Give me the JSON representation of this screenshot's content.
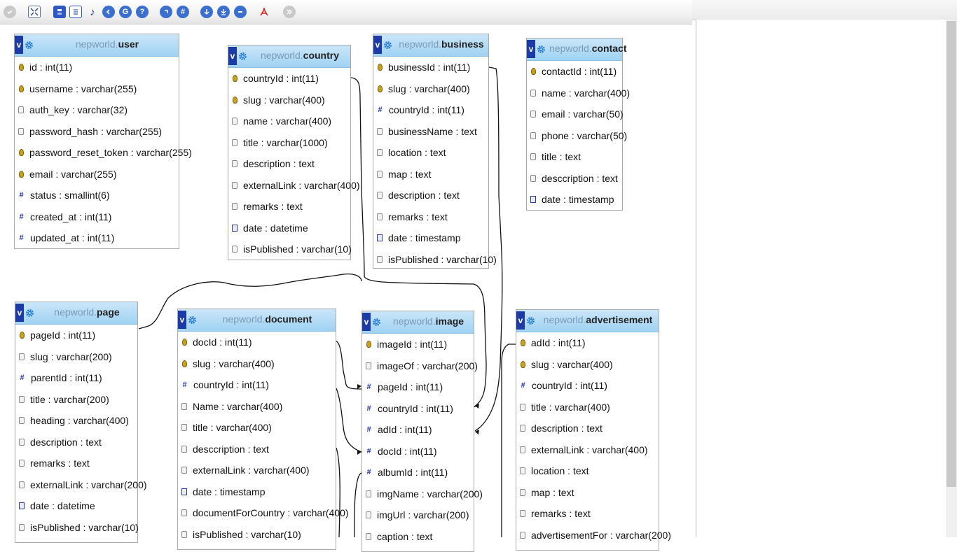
{
  "toolbar": {
    "icons": [
      "close-icon",
      "fit-icon",
      "save-icon",
      "page-icon",
      "edit-icon",
      "prev-icon",
      "reload-icon",
      "help-icon",
      "zoom-icon",
      "grid-icon",
      "down-icon",
      "download-icon",
      "minus-icon",
      "pdf-icon",
      "forward-icon"
    ]
  },
  "schema": {
    "database": "nepworld.",
    "tables": [
      {
        "name": "user",
        "columns": [
          {
            "text": "id : int(11)",
            "icon": "key"
          },
          {
            "text": "username : varchar(255)",
            "icon": "key"
          },
          {
            "text": "auth_key : varchar(32)",
            "icon": "text"
          },
          {
            "text": "password_hash : varchar(255)",
            "icon": "text"
          },
          {
            "text": "password_reset_token : varchar(255)",
            "icon": "key"
          },
          {
            "text": "email : varchar(255)",
            "icon": "key"
          },
          {
            "text": "status : smallint(6)",
            "icon": "hash"
          },
          {
            "text": "created_at : int(11)",
            "icon": "hash"
          },
          {
            "text": "updated_at : int(11)",
            "icon": "hash"
          }
        ]
      },
      {
        "name": "country",
        "columns": [
          {
            "text": "countryId : int(11)",
            "icon": "key"
          },
          {
            "text": "slug : varchar(400)",
            "icon": "key"
          },
          {
            "text": "name : varchar(400)",
            "icon": "text"
          },
          {
            "text": "title : varchar(1000)",
            "icon": "text"
          },
          {
            "text": "description : text",
            "icon": "text"
          },
          {
            "text": "externalLink : varchar(400)",
            "icon": "text"
          },
          {
            "text": "remarks : text",
            "icon": "text"
          },
          {
            "text": "date : datetime",
            "icon": "date"
          },
          {
            "text": "isPublished : varchar(10)",
            "icon": "text"
          }
        ]
      },
      {
        "name": "business",
        "columns": [
          {
            "text": "businessId : int(11)",
            "icon": "key"
          },
          {
            "text": "slug : varchar(400)",
            "icon": "key"
          },
          {
            "text": "countryId : int(11)",
            "icon": "hash"
          },
          {
            "text": "businessName : text",
            "icon": "text"
          },
          {
            "text": "location : text",
            "icon": "text"
          },
          {
            "text": "map : text",
            "icon": "text"
          },
          {
            "text": "description : text",
            "icon": "text"
          },
          {
            "text": "remarks : text",
            "icon": "text"
          },
          {
            "text": "date : timestamp",
            "icon": "date"
          },
          {
            "text": "isPublished : varchar(10)",
            "icon": "text"
          }
        ]
      },
      {
        "name": "contact",
        "columns": [
          {
            "text": "contactId : int(11)",
            "icon": "key"
          },
          {
            "text": "name : varchar(400)",
            "icon": "text"
          },
          {
            "text": "email : varchar(50)",
            "icon": "text"
          },
          {
            "text": "phone : varchar(50)",
            "icon": "text"
          },
          {
            "text": "title : text",
            "icon": "text"
          },
          {
            "text": "desccription : text",
            "icon": "text"
          },
          {
            "text": "date : timestamp",
            "icon": "date"
          }
        ]
      },
      {
        "name": "page",
        "columns": [
          {
            "text": "pageId : int(11)",
            "icon": "key"
          },
          {
            "text": "slug : varchar(200)",
            "icon": "text"
          },
          {
            "text": "parentId : int(11)",
            "icon": "hash"
          },
          {
            "text": "title : varchar(200)",
            "icon": "text"
          },
          {
            "text": "heading : varchar(400)",
            "icon": "text"
          },
          {
            "text": "description : text",
            "icon": "text"
          },
          {
            "text": "remarks : text",
            "icon": "text"
          },
          {
            "text": "externalLink : varchar(200)",
            "icon": "text"
          },
          {
            "text": "date : datetime",
            "icon": "date"
          },
          {
            "text": "isPublished : varchar(10)",
            "icon": "text"
          }
        ]
      },
      {
        "name": "document",
        "columns": [
          {
            "text": "docId : int(11)",
            "icon": "key"
          },
          {
            "text": "slug : varchar(400)",
            "icon": "key"
          },
          {
            "text": "countryId : int(11)",
            "icon": "hash"
          },
          {
            "text": "Name : varchar(400)",
            "icon": "text"
          },
          {
            "text": "title : varchar(400)",
            "icon": "text"
          },
          {
            "text": "desccription : text",
            "icon": "text"
          },
          {
            "text": "externalLink : varchar(400)",
            "icon": "text"
          },
          {
            "text": "date : timestamp",
            "icon": "date"
          },
          {
            "text": "documentForCountry : varchar(400)",
            "icon": "text"
          },
          {
            "text": "isPublished : varchar(10)",
            "icon": "text"
          }
        ]
      },
      {
        "name": "image",
        "columns": [
          {
            "text": "imageId : int(11)",
            "icon": "key"
          },
          {
            "text": "imageOf : varchar(200)",
            "icon": "text"
          },
          {
            "text": "pageId : int(11)",
            "icon": "hash"
          },
          {
            "text": "countryId : int(11)",
            "icon": "hash"
          },
          {
            "text": "adId : int(11)",
            "icon": "hash"
          },
          {
            "text": "docId : int(11)",
            "icon": "hash"
          },
          {
            "text": "albumId : int(11)",
            "icon": "hash"
          },
          {
            "text": "imgName : varchar(200)",
            "icon": "text"
          },
          {
            "text": "imgUrl : varchar(200)",
            "icon": "text"
          },
          {
            "text": "caption : text",
            "icon": "text"
          }
        ]
      },
      {
        "name": "advertisement",
        "columns": [
          {
            "text": "adId : int(11)",
            "icon": "key"
          },
          {
            "text": "slug : varchar(400)",
            "icon": "key"
          },
          {
            "text": "countryId : int(11)",
            "icon": "hash"
          },
          {
            "text": "title : varchar(400)",
            "icon": "text"
          },
          {
            "text": "description : text",
            "icon": "text"
          },
          {
            "text": "externalLink : varchar(400)",
            "icon": "text"
          },
          {
            "text": "location : text",
            "icon": "text"
          },
          {
            "text": "map : text",
            "icon": "text"
          },
          {
            "text": "remarks : text",
            "icon": "text"
          },
          {
            "text": "advertisementFor : varchar(200)",
            "icon": "text"
          }
        ]
      }
    ]
  }
}
